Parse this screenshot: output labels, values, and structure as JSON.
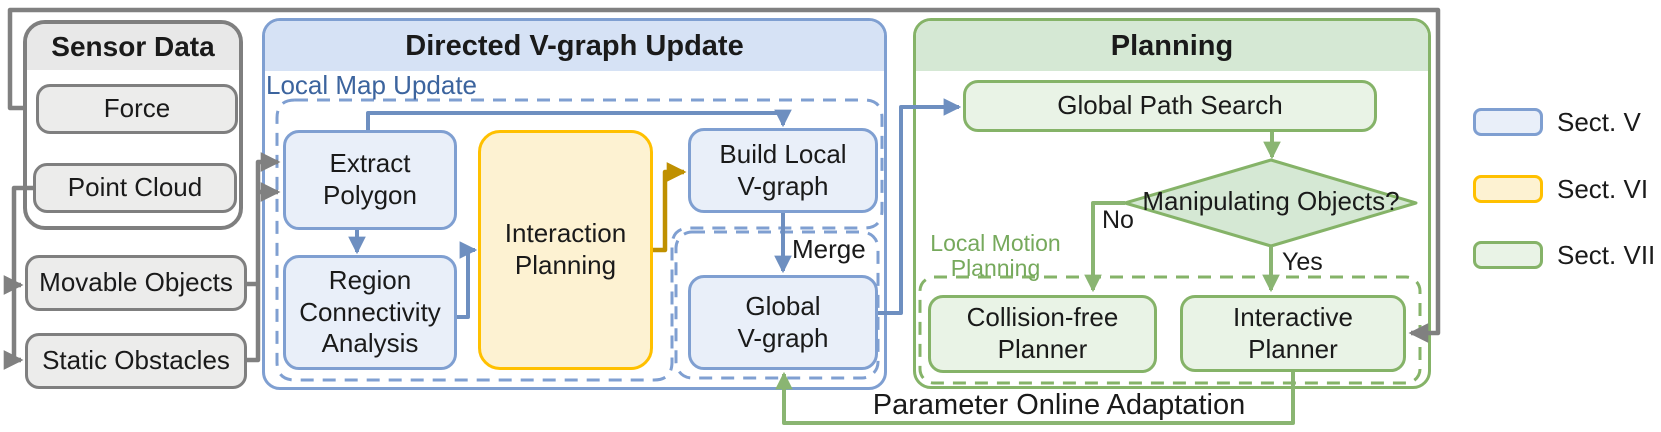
{
  "figure": {
    "type": "flowchart",
    "description": "Robot navigation-among-movable-obstacles system architecture"
  },
  "colors": {
    "gray_line": "#808080",
    "gray_box_border": "#7f7f7f",
    "gray_box_fill": "#ececeb",
    "blue_border": "#7f9fd1",
    "blue_fill": "#e9eff9",
    "blue_band": "#d6e2f5",
    "blue_arrow": "#6e8fc0",
    "gold_border": "#ffc000",
    "gold_fill": "#fdf2d2",
    "gold_arrow": "#bf9000",
    "green_border": "#85b368",
    "green_fill": "#e9f3e6",
    "green_band": "#d5e8d4",
    "green_arrow": "#8ab572"
  },
  "sensor": {
    "title": "Sensor Data",
    "force": "Force",
    "point_cloud": "Point Cloud",
    "movable_objects": "Movable Objects",
    "static_obstacles": "Static Obstacles"
  },
  "vgraph": {
    "title": "Directed V-graph Update",
    "local_map_update_label": "Local Map Update",
    "extract_polygon": "Extract\nPolygon",
    "region_connectivity": "Region\nConnectivity\nAnalysis",
    "interaction_planning": "Interaction\nPlanning",
    "build_local_vgraph": "Build Local\nV-graph",
    "global_vgraph": "Global\nV-graph",
    "merge_label": "Merge"
  },
  "planning": {
    "title": "Planning",
    "global_path_search": "Global Path Search",
    "decision": "Manipulating Objects?",
    "no_label": "No",
    "yes_label": "Yes",
    "local_motion_planning_label": "Local Motion\nPlanning",
    "collision_free_planner": "Collision-free\nPlanner",
    "interactive_planner": "Interactive\nPlanner",
    "feedback_label": "Parameter Online Adaptation"
  },
  "legend": {
    "items": [
      {
        "label": "Sect. V",
        "fill": "#e9eff9",
        "border": "#7f9fd1"
      },
      {
        "label": "Sect. VI",
        "fill": "#fdf2d2",
        "border": "#ffc000"
      },
      {
        "label": "Sect. VII",
        "fill": "#e9f3e6",
        "border": "#85b368"
      }
    ]
  }
}
